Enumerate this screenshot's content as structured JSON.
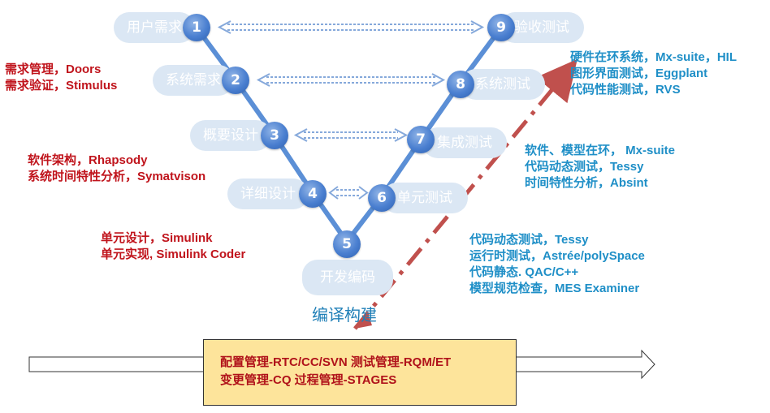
{
  "stages": [
    {
      "num": "1",
      "label": "用户需求"
    },
    {
      "num": "2",
      "label": "系统需求"
    },
    {
      "num": "3",
      "label": "概要设计"
    },
    {
      "num": "4",
      "label": "详细设计"
    },
    {
      "num": "5",
      "label": "开发编码"
    },
    {
      "num": "6",
      "label": "单元测试"
    },
    {
      "num": "7",
      "label": "集成测试"
    },
    {
      "num": "8",
      "label": "系统测试"
    },
    {
      "num": "9",
      "label": "验收测试"
    }
  ],
  "left_notes": [
    {
      "lines": [
        "需求管理，Doors",
        "需求验证，Stimulus"
      ]
    },
    {
      "lines": [
        "软件架构，Rhapsody",
        "系统时间特性分析，Symatvison"
      ]
    },
    {
      "lines": [
        "单元设计，Simulink",
        "单元实现, Simulink Coder"
      ]
    }
  ],
  "right_notes": [
    {
      "lines": [
        "硬件在环系统，Mx-suite，HIL",
        "图形界面测试，Eggplant",
        "代码性能测试，RVS"
      ]
    },
    {
      "lines": [
        "软件、模型在环， Mx-suite",
        "代码动态测试，Tessy",
        "时间特性分析，Absint"
      ]
    },
    {
      "lines": [
        "代码动态测试，Tessy",
        "运行时测试，Astrée/polySpace",
        "代码静态. QAC/C++",
        "模型规范检查，MES Examiner"
      ]
    }
  ],
  "build_label": "编译构建",
  "bottom_box": {
    "line1": "配置管理-RTC/CC/SVN    测试管理-RQM/ET",
    "line2": "变更管理-CQ    过程管理-STAGES"
  },
  "colors": {
    "v_line": "#5b8fd6",
    "stage_fill": "#dbe7f4",
    "red_text": "#c0141c",
    "blue_text": "#1f8fc7",
    "dashdot_arrow": "#c0504d",
    "box_fill": "#fde49b"
  }
}
